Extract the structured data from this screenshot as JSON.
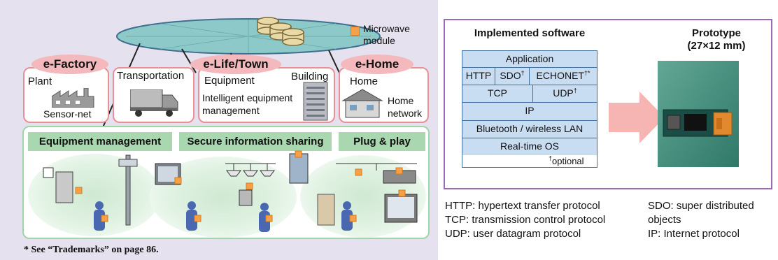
{
  "network": {
    "microwave_label_line1": "Microwave",
    "microwave_label_line2": "module",
    "efactory": {
      "title": "e-Factory",
      "plant": "Plant",
      "sensor_net": "Sensor-net"
    },
    "transportation": "Transportation",
    "elife": {
      "title": "e-Life/Town",
      "equipment": "Equipment",
      "building": "Building",
      "intelligent_line1": "Intelligent equipment",
      "intelligent_line2": "management"
    },
    "ehome": {
      "title": "e-Home",
      "home": "Home",
      "home_network_line1": "Home",
      "home_network_line2": "network"
    }
  },
  "use_cases": {
    "equipment_management": "Equipment management",
    "secure_sharing": "Secure information sharing",
    "plug_play": "Plug & play"
  },
  "footnote": "* See “Trademarks” on page 86.",
  "implemented": {
    "title": "Implemented software",
    "application": "Application",
    "http": "HTTP",
    "sdo": "SDO",
    "echonet": "ECHONET",
    "tcp": "TCP",
    "udp": "UDP",
    "ip": "IP",
    "bluetooth": "Bluetooth / wireless LAN",
    "rtos": "Real-time OS",
    "dagger": "†",
    "dagger_star": "†*",
    "optional_note": "optional"
  },
  "prototype": {
    "title_line1": "Prototype",
    "title_line2": "(27×12 mm)"
  },
  "glossary": {
    "http": "HTTP: hypertext transfer protocol",
    "tcp": "TCP: transmission control protocol",
    "udp": "UDP: user datagram protocol",
    "sdo_line1": "SDO: super distributed",
    "sdo_line2": "objects",
    "ip": "IP: Internet protocol"
  },
  "colors": {
    "panel_bg": "#e6e1ee",
    "domain_border": "#e98f96",
    "domain_title_bg": "#f4b9bd",
    "usecase_header": "#a9d8b0",
    "layer_fill": "#c9ddf2",
    "module_orange": "#f6a04a",
    "frame_purple": "#9b6ab2"
  }
}
